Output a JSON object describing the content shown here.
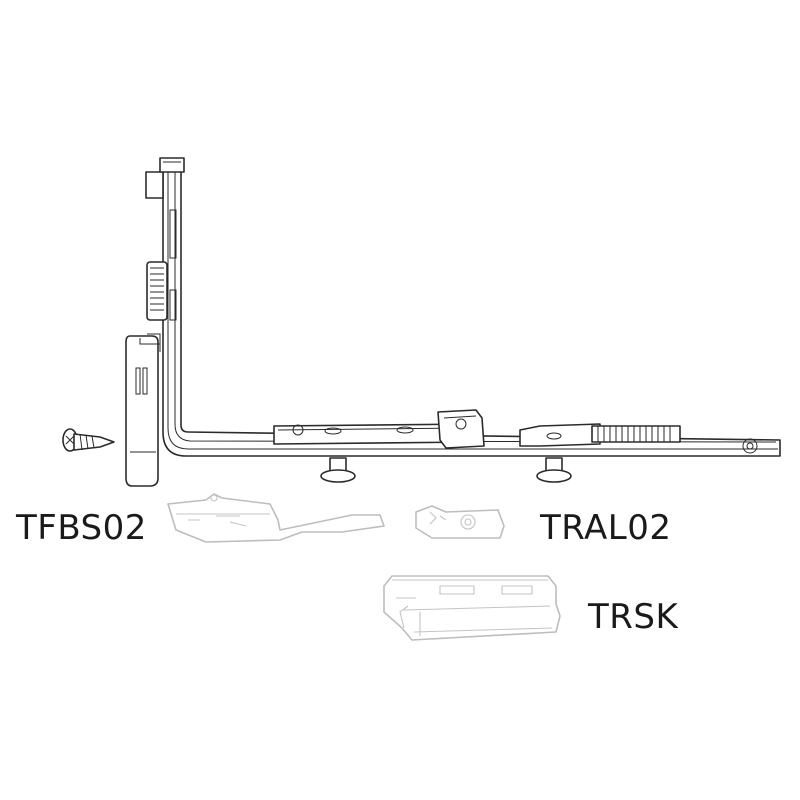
{
  "labels": {
    "screw": "TFBS02",
    "slider": "TRAL02",
    "keeper": "TRSK"
  },
  "colors": {
    "line_dark": "#2b2b2b",
    "line_grey": "#bdbdbd",
    "background": "#ffffff"
  }
}
